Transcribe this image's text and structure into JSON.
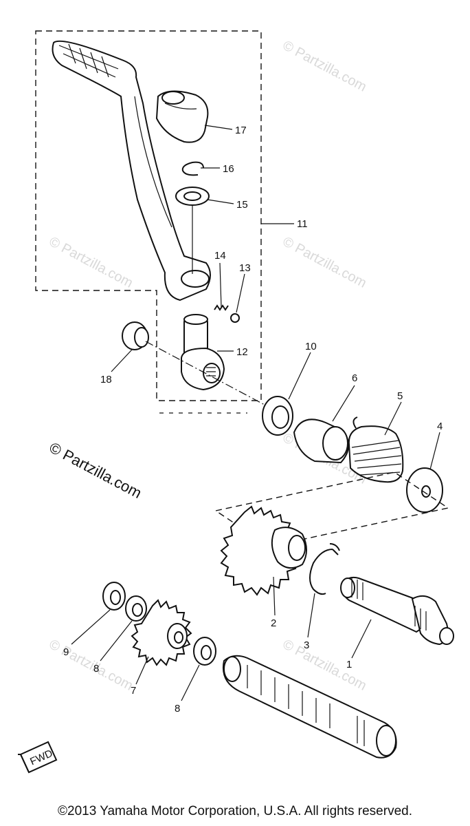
{
  "watermark": {
    "small_text": "© Partzilla.com",
    "large_text": "© Partzilla.com"
  },
  "callouts": {
    "c1": "1",
    "c2": "2",
    "c3": "3",
    "c4": "4",
    "c5": "5",
    "c6": "6",
    "c7": "7",
    "c8a": "8",
    "c8b": "8",
    "c9": "9",
    "c10": "10",
    "c11": "11",
    "c12": "12",
    "c13": "13",
    "c14": "14",
    "c15": "15",
    "c16": "16",
    "c17": "17",
    "c18": "18"
  },
  "fwd_label": "FWD",
  "copyright": "©2013 Yamaha Motor Corporation, U.S.A. All rights reserved."
}
